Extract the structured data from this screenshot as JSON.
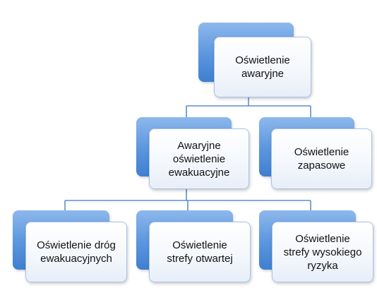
{
  "diagram": {
    "colors": {
      "accent": "#4a86d6",
      "line": "#5b8fcf",
      "box_fill": "#f3f7fc"
    },
    "nodes": {
      "root": {
        "label": "Oświetlenie\nawaryjne"
      },
      "evac": {
        "label": "Awaryjne\noświetlenie\newakuacyjne"
      },
      "backup": {
        "label": "Oświetlenie\nzapasowe"
      },
      "escape": {
        "label": "Oświetlenie dróg\newakuacyjnych"
      },
      "open_area": {
        "label": "Oświetlenie\nstrefy otwartej"
      },
      "high_risk": {
        "label": "Oświetlenie\nstrefy wysokiego\nryzyka"
      }
    }
  }
}
